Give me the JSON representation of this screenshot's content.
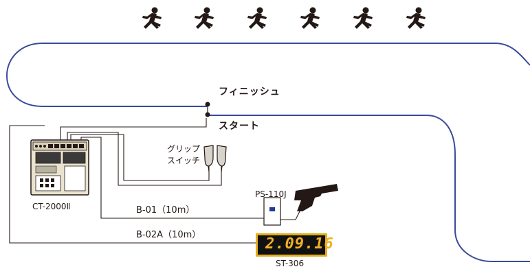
{
  "labels": {
    "finish": "フィニッシュ",
    "start": "スタート",
    "grip_switch_line1": "グリップ",
    "grip_switch_line2": "スイッチ",
    "console": "CT-2000Ⅱ",
    "start_pistol": "PS-110J",
    "cable_b01": "B-01（10m）",
    "cable_b02a": "B-02A（10m）",
    "display": "ST-306"
  },
  "timer_display": {
    "value": "2.09.16",
    "digit_color": "#f2b027"
  },
  "icons": {
    "runners": [
      "runner-icon",
      "runner-icon",
      "runner-icon",
      "runner-icon",
      "runner-icon",
      "runner-icon"
    ],
    "pistol": "start-pistol-icon",
    "grip": "grip-switch-icon",
    "console": "timing-console-icon"
  },
  "colors": {
    "track": "#3b4a9a",
    "wire": "#231815",
    "timer_bg": "#111111",
    "timer_frame": "#e3ad1f",
    "console_panel": "#e8e2cf"
  }
}
